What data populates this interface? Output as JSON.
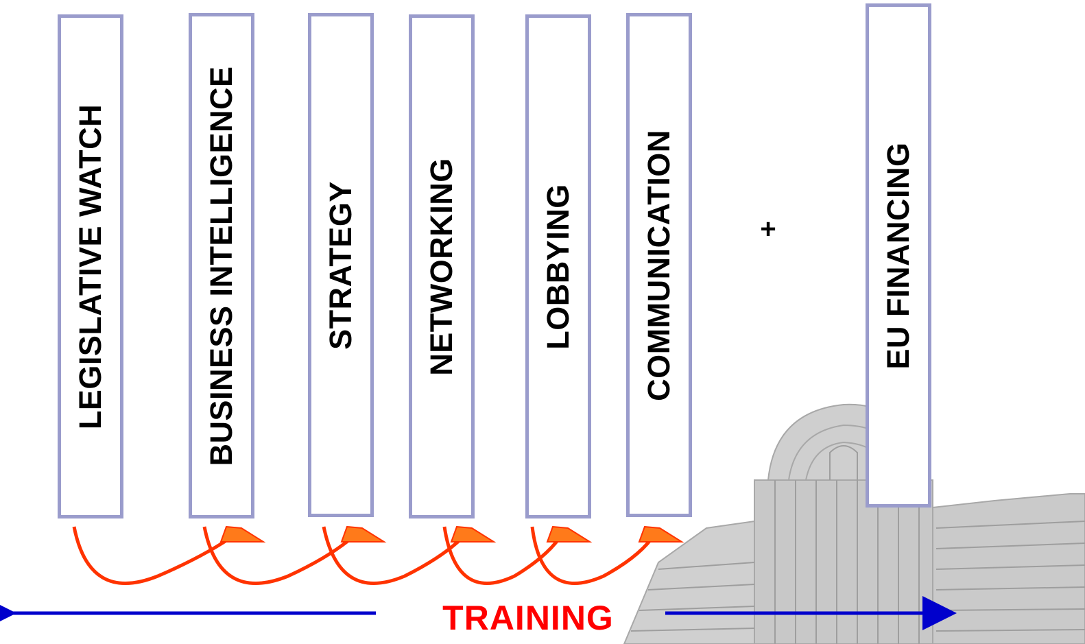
{
  "services": [
    {
      "id": "legislative-watch",
      "label": "LEGISLATIVE WATCH"
    },
    {
      "id": "business-intelligence",
      "label": "BUSINESS INTELLIGENCE"
    },
    {
      "id": "strategy",
      "label": "STRATEGY"
    },
    {
      "id": "networking",
      "label": "NETWORKING"
    },
    {
      "id": "lobbying",
      "label": "LOBBYING"
    },
    {
      "id": "communication",
      "label": "COMMUNICATION"
    }
  ],
  "extra_service": {
    "id": "eu-financing",
    "label": "EU FINANCING"
  },
  "plus": "+",
  "training": "TRAINING",
  "colors": {
    "box_border": "#9a9ccc",
    "curve_arrow": "#ff3300",
    "curve_arrow_fill": "#ff7a1a",
    "training_text": "#ff0000",
    "training_arrow": "#0000cc",
    "building": "#b8b8b8"
  }
}
